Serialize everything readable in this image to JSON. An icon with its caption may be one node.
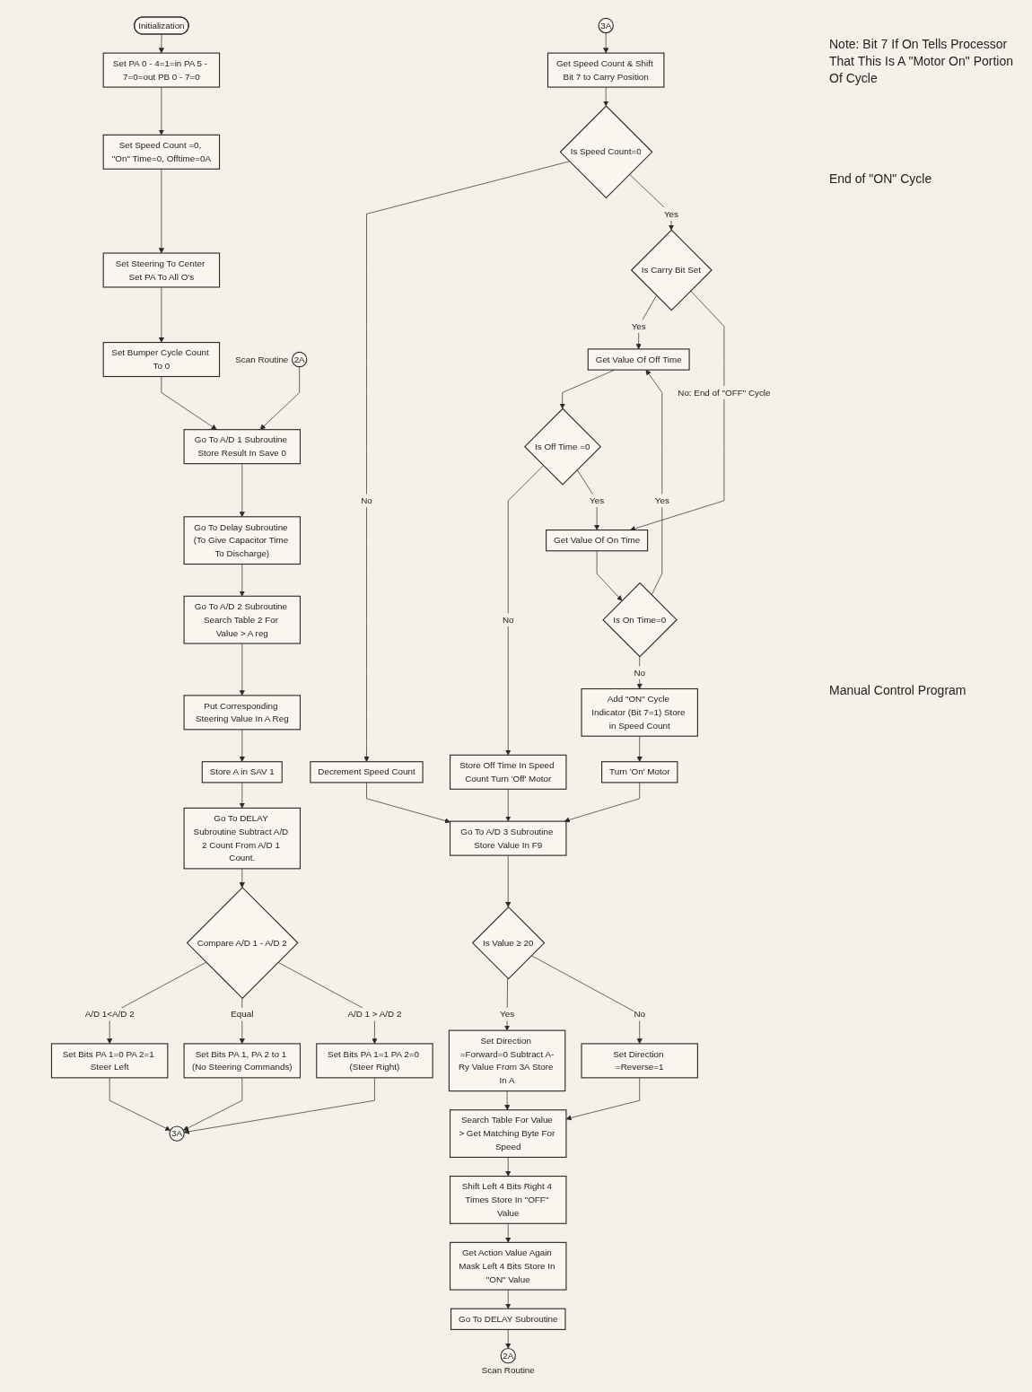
{
  "diagram": {
    "nodes": [
      {
        "text": [
          "Initialization"
        ]
      },
      {
        "text": [
          "Set PA 0 - 4=1=in PA 5 - 7=0=out PB 0 - 7=0"
        ]
      },
      {
        "text": [
          "Set Speed Count =0, \"On\" Time=0, Offtime=0A"
        ]
      },
      {
        "text": [
          "Set Steering To Center Set PA To All O's"
        ]
      },
      {
        "text": [
          "Set Bumper Cycle Count To 0"
        ]
      },
      {
        "text": [
          "2A"
        ],
        "beside": [
          "Scan Routine"
        ]
      },
      {
        "text": [
          "Go To A/D 1 Subroutine Store Result In Save 0"
        ]
      },
      {
        "text": [
          "Go To Delay Subroutine (To Give Capacitor Time To Discharge)"
        ]
      },
      {
        "text": [
          "Go To A/D 2 Subroutine Search Table 2 For Value > A reg"
        ]
      },
      {
        "text": [
          "Put Corresponding Steering Value In A Reg"
        ]
      },
      {
        "text": [
          "Store A in SAV 1"
        ]
      },
      {
        "text": [
          "Go To DELAY Subroutine Subtract A/D 2 Count From A/D 1 Count."
        ]
      },
      {
        "text": [
          "Compare A/D 1 - A/D 2"
        ]
      },
      {
        "text": [
          "Set Bits PA 1=0 PA 2=1 Steer Left"
        ]
      },
      {
        "text": [
          "Set Bits PA 1=1 PA 2=0 (Steer Right)"
        ]
      },
      {
        "text": [
          "Set Bits PA 1, PA 2 to 1 (No Steering Commands)"
        ]
      },
      {
        "text": [
          "3A"
        ]
      },
      {
        "text": [
          "3A"
        ]
      },
      {
        "text": [
          "Get Speed Count & Shift Bit 7 to Carry Position"
        ]
      },
      {
        "text": [
          "Is Speed Count=0"
        ]
      },
      {
        "text": [
          "Decrement Speed Count"
        ]
      },
      {
        "text": [
          "Is Carry Bit Set"
        ]
      },
      {
        "text": [
          "Get Value Of Off Time"
        ]
      },
      {
        "text": [
          "Is Off Time =0"
        ]
      },
      {
        "text": [
          "Store Off Time In Speed Count Turn 'Off' Motor"
        ]
      },
      {
        "text": [
          "Get Value Of On Time"
        ]
      },
      {
        "text": [
          "Is On Time=0"
        ]
      },
      {
        "text": [
          "Add \"ON\" Cycle Indicator (Bit 7=1) Store in Speed Count"
        ]
      },
      {
        "text": [
          "Turn 'On' Motor"
        ]
      },
      {
        "text": [
          "Go To A/D 3 Subroutine Store Value In F9"
        ]
      },
      {
        "text": [
          "Is Value ≥ 20"
        ]
      },
      {
        "text": [
          "Set Direction =Forward=0 Subtract A-Ry Value From 3A Store In A"
        ]
      },
      {
        "text": [
          "Set Direction =Reverse=1"
        ]
      },
      {
        "text": [
          "Search Table For Value > Get Matching Byte For Speed"
        ]
      },
      {
        "text": [
          "Shift Left 4 Bits Right 4 Times Store In \"OFF\" Value"
        ]
      },
      {
        "text": [
          "Get Action Value Again Mask Left 4 Bits Store In \"ON\" Value"
        ]
      },
      {
        "text": [
          "Go To DELAY Subroutine"
        ]
      },
      {
        "text": [
          "2A"
        ],
        "beside": [
          "Scan Routine"
        ]
      }
    ],
    "edges": [
      {
        "from": 0,
        "to": 1,
        "arrow": "to"
      },
      {
        "from": 1,
        "to": 2,
        "arrow": "to"
      },
      {
        "from": 2,
        "to": 3,
        "arrow": "to"
      },
      {
        "from": 3,
        "to": 4,
        "arrow": "to"
      },
      {
        "from": 4,
        "to": 6,
        "arrow": "to"
      },
      {
        "from": 5,
        "to": 6,
        "arrow": "to"
      },
      {
        "from": 6,
        "to": 7,
        "arrow": "to"
      },
      {
        "from": 7,
        "to": 8,
        "arrow": "to"
      },
      {
        "from": 8,
        "to": 9,
        "arrow": "to"
      },
      {
        "from": 9,
        "to": 10,
        "arrow": "to"
      },
      {
        "from": 10,
        "to": 11,
        "arrow": "to"
      },
      {
        "from": 11,
        "to": 12,
        "arrow": "to"
      },
      {
        "from": 12,
        "to": 13,
        "label": "A/D 1<A/D 2",
        "arrow": "to"
      },
      {
        "from": 12,
        "to": 15,
        "label": "Equal",
        "arrow": "to"
      },
      {
        "from": 12,
        "to": 14,
        "label": "A/D 1 > A/D 2",
        "arrow": "to"
      },
      {
        "from": 13,
        "to": 16,
        "arrow": "to"
      },
      {
        "from": 15,
        "to": 16,
        "arrow": "to"
      },
      {
        "from": 14,
        "to": 16,
        "arrow": "to"
      },
      {
        "from": 17,
        "to": 18,
        "arrow": "to"
      },
      {
        "from": 18,
        "to": 19,
        "arrow": "to"
      },
      {
        "from": 19,
        "to": 20,
        "label": "No",
        "arrow": "to"
      },
      {
        "from": 19,
        "to": 21,
        "label": "Yes",
        "arrow": "to"
      },
      {
        "from": 21,
        "to": 22,
        "label": "Yes",
        "arrow": "to"
      },
      {
        "from": 21,
        "to": 25,
        "label": "No: End of \"OFF\" Cycle",
        "arrow": "to"
      },
      {
        "from": 22,
        "to": 23,
        "arrow": "to"
      },
      {
        "from": 23,
        "to": 24,
        "label": "No",
        "arrow": "to"
      },
      {
        "from": 23,
        "to": 25,
        "label": "Yes",
        "arrow": "to"
      },
      {
        "from": 25,
        "to": 26,
        "arrow": "to"
      },
      {
        "from": 26,
        "to": 27,
        "label": "No",
        "arrow": "to"
      },
      {
        "from": 26,
        "to": 22,
        "label": "Yes",
        "arrow": "to"
      },
      {
        "from": 27,
        "to": 28,
        "arrow": "to"
      },
      {
        "from": 20,
        "to": 29,
        "arrow": "to"
      },
      {
        "from": 24,
        "to": 29,
        "arrow": "to"
      },
      {
        "from": 28,
        "to": 29,
        "arrow": "to"
      },
      {
        "from": 29,
        "to": 30,
        "arrow": "to"
      },
      {
        "from": 30,
        "to": 31,
        "label": "Yes",
        "arrow": "to"
      },
      {
        "from": 30,
        "to": 32,
        "label": "No",
        "arrow": "to"
      },
      {
        "from": 31,
        "to": 33,
        "arrow": "to"
      },
      {
        "from": 32,
        "to": 33,
        "arrow": "to"
      },
      {
        "from": 33,
        "to": 34,
        "arrow": "to"
      },
      {
        "from": 34,
        "to": 35,
        "arrow": "to"
      },
      {
        "from": 35,
        "to": 36,
        "arrow": "to"
      },
      {
        "from": 36,
        "to": 37,
        "arrow": "to"
      }
    ],
    "labels": [
      "Note: Bit 7 If On Tells Processor That This Is A \"Motor On\" Portion Of Cycle",
      "End of \"ON\" Cycle",
      "Manual Control Program"
    ]
  }
}
